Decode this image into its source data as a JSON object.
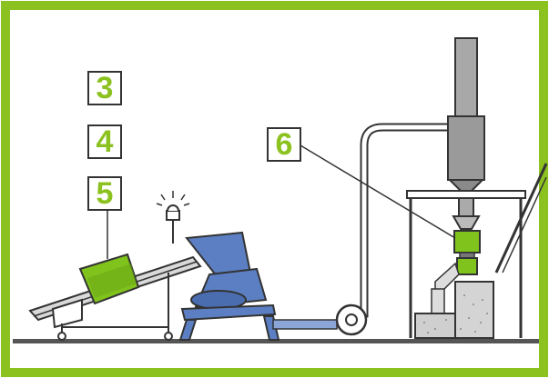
{
  "labels": {
    "l3": "3",
    "l4": "4",
    "l5": "5",
    "l6": "6"
  },
  "colors": {
    "frame": "#8cc21f",
    "accent_green": "#7fc31c",
    "machine_blue": "#5b7fc2",
    "line_dark": "#333333",
    "metal_gray": "#9a9a9a",
    "floor": "#555555"
  }
}
